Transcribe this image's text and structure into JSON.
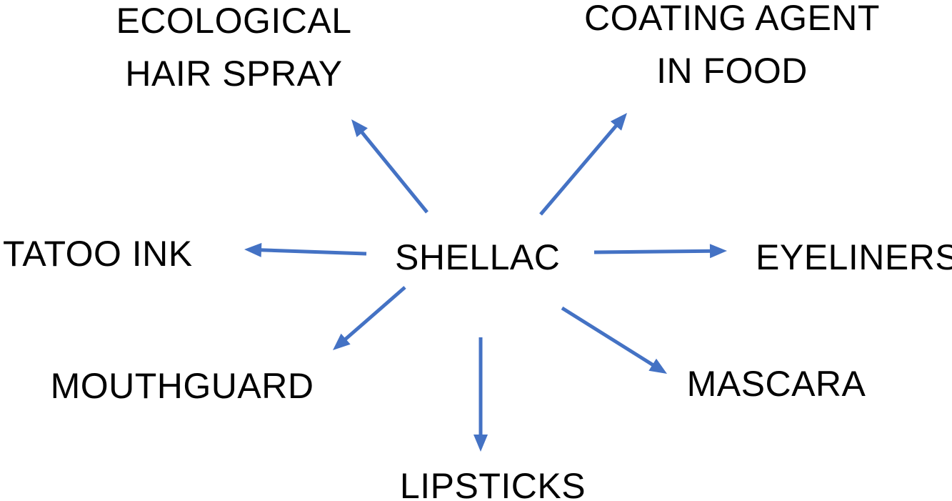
{
  "center": {
    "label": "SHELLAC"
  },
  "nodes": [
    {
      "id": "hair-spray",
      "lines": [
        "ECOLOGICAL",
        "HAIR SPRAY"
      ]
    },
    {
      "id": "coating",
      "lines": [
        "COATING AGENT",
        "IN FOOD"
      ]
    },
    {
      "id": "tatoo",
      "lines": [
        "TATOO INK"
      ]
    },
    {
      "id": "eyeliners",
      "lines": [
        "EYELINERS"
      ]
    },
    {
      "id": "mouthguard",
      "lines": [
        "MOUTHGUARD"
      ]
    },
    {
      "id": "mascara",
      "lines": [
        "MASCARA"
      ]
    },
    {
      "id": "lipsticks",
      "lines": [
        "LIPSTICKS"
      ]
    }
  ],
  "colors": {
    "arrow": "#4472C4",
    "text": "#000000",
    "background": "#FFFFFF"
  }
}
